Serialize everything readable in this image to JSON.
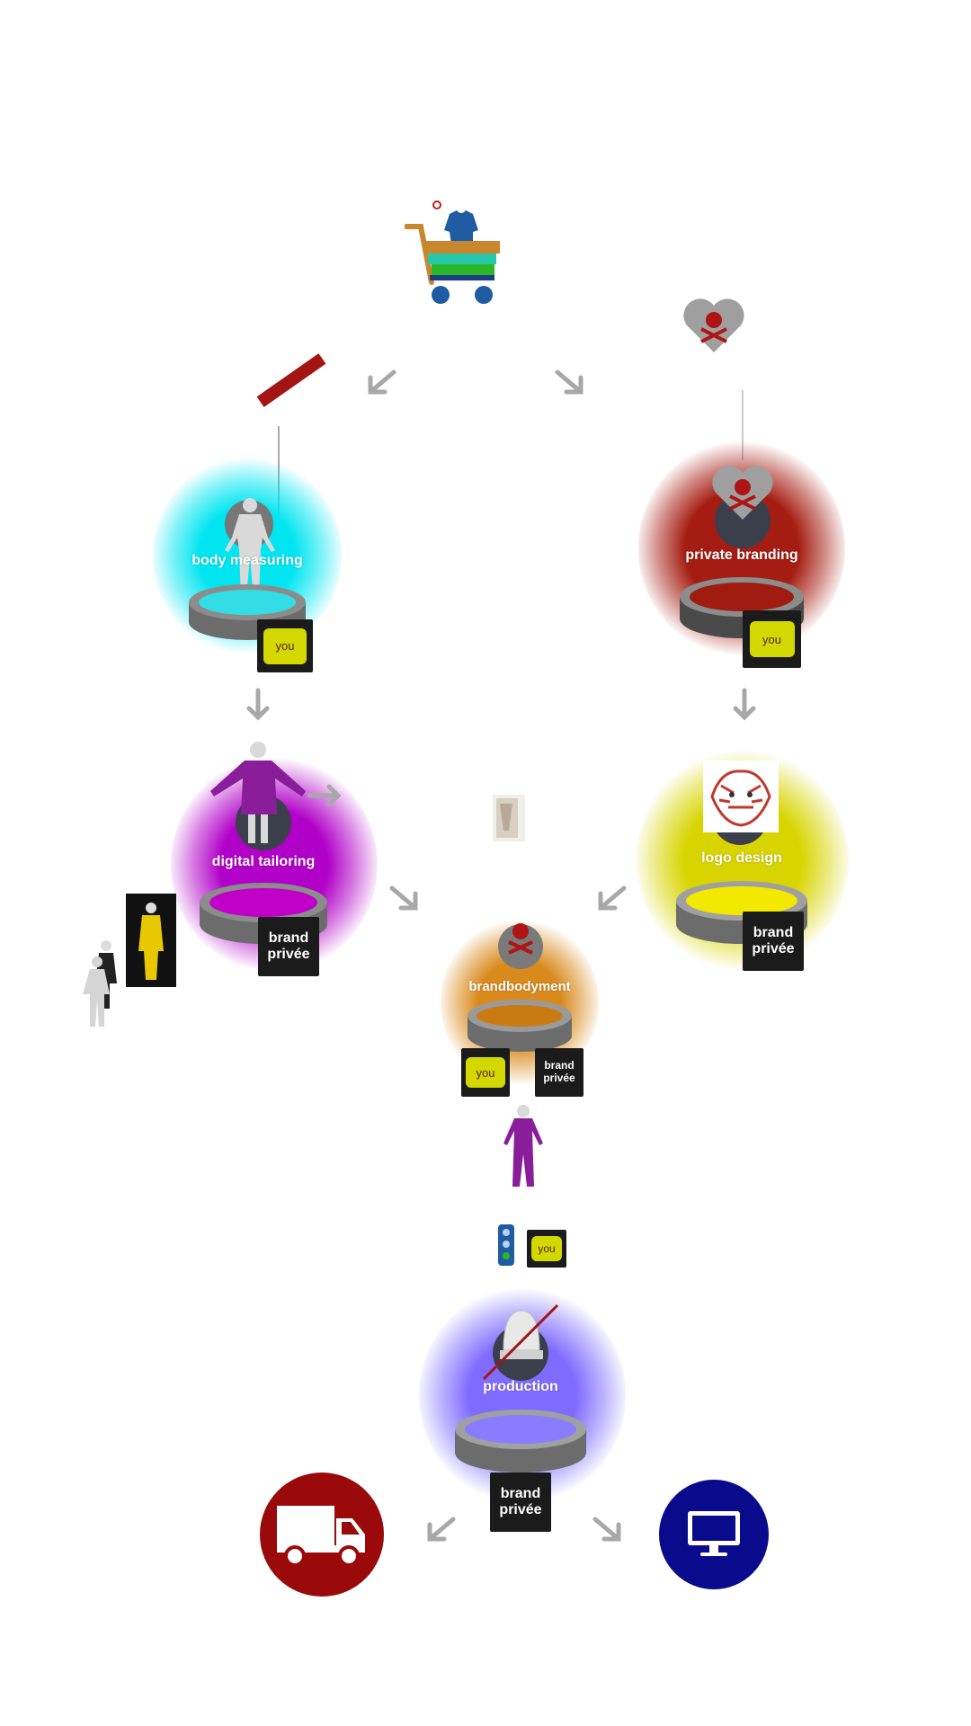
{
  "stages": {
    "body_measuring": {
      "title": "body measuring",
      "badge": "you",
      "color": "#00e5f0"
    },
    "private_branding": {
      "title": "private branding",
      "badge": "you",
      "color": "#a51d12"
    },
    "digital_tailoring": {
      "title": "digital tailoring",
      "badge": "brand\nprivée",
      "color": "#b100c8"
    },
    "logo_design": {
      "title": "logo design",
      "badge": "brand\nprivée",
      "color": "#d8d400"
    },
    "brandbodyment": {
      "title": "brandbodyment",
      "badge_you": "you",
      "badge_brand": "brand\nprivée",
      "color": "#d98a1d"
    },
    "production": {
      "title": "production",
      "badge": "brand\nprivée",
      "color": "#7f6cff"
    }
  },
  "traffic_light_badge": "you",
  "icons": {
    "cart": "shopping-cart-puzzle-icon",
    "heart_skull": "heart-skull-icon",
    "ruler": "ruler-icon",
    "truck": "delivery-truck-icon",
    "monitor": "monitor-icon",
    "traffic_light": "traffic-light-icon"
  },
  "colors": {
    "arrow": "#a8a8a8",
    "truck_bg": "#9a0a0a",
    "monitor_bg": "#0a0a8c",
    "badge_bg": "#1b1b1b",
    "you_pill": "#d3d800"
  }
}
